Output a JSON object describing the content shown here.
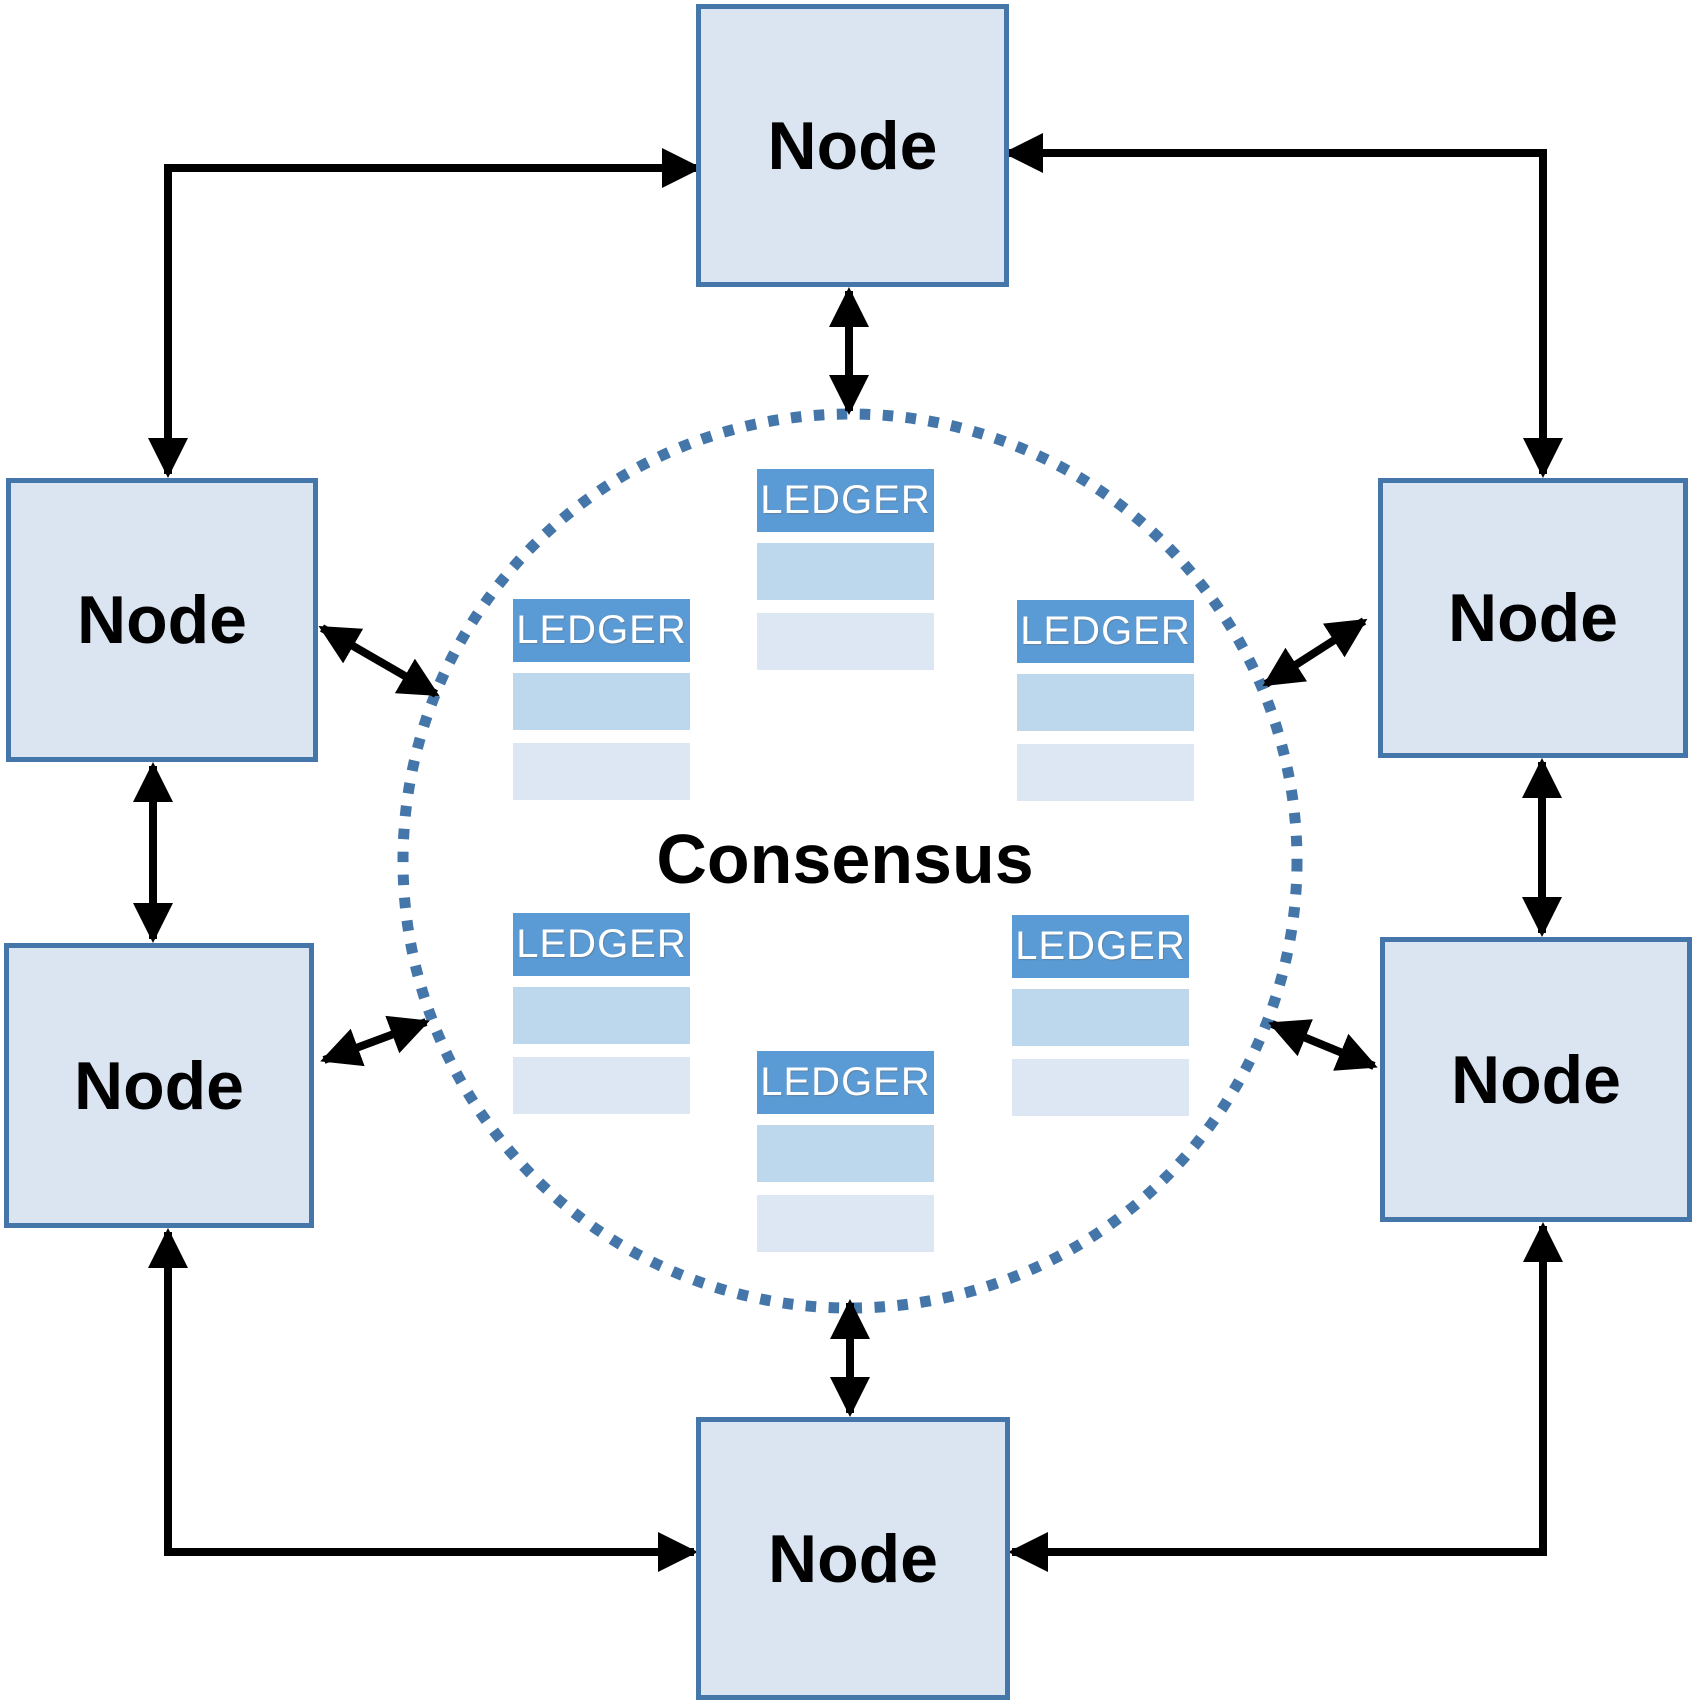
{
  "diagram": {
    "type": "peer-to-peer consensus network",
    "node_count": 6,
    "ledger_count": 6
  },
  "nodes": [
    {
      "id": "top",
      "label": "Node"
    },
    {
      "id": "left-upper",
      "label": "Node"
    },
    {
      "id": "right-upper",
      "label": "Node"
    },
    {
      "id": "left-lower",
      "label": "Node"
    },
    {
      "id": "right-lower",
      "label": "Node"
    },
    {
      "id": "bottom",
      "label": "Node"
    }
  ],
  "consensus_ring": {
    "label": "Consensus",
    "boundary_style": "dotted-circle",
    "ledgers": [
      {
        "position": "top",
        "header": "LEDGER",
        "rows": 2
      },
      {
        "position": "upper-left",
        "header": "LEDGER",
        "rows": 2
      },
      {
        "position": "upper-right",
        "header": "LEDGER",
        "rows": 2
      },
      {
        "position": "lower-left",
        "header": "LEDGER",
        "rows": 2
      },
      {
        "position": "lower-right",
        "header": "LEDGER",
        "rows": 2
      },
      {
        "position": "bottom",
        "header": "LEDGER",
        "rows": 2
      }
    ]
  },
  "icons": {
    "equals_icon": "=",
    "arrow_style": "double-headed"
  },
  "colors": {
    "node_fill": "#dbe5f2",
    "node_border": "#4576a9",
    "ledger_header_fill": "#5b9bd5",
    "ledger_header_text": "#ffffff",
    "ledger_row_primary": "#bdd7ec",
    "ledger_row_secondary": "#dce7f3",
    "circle_dotted": "#4576a9",
    "arrow": "#000000",
    "text": "#000000",
    "background": "#ffffff"
  }
}
